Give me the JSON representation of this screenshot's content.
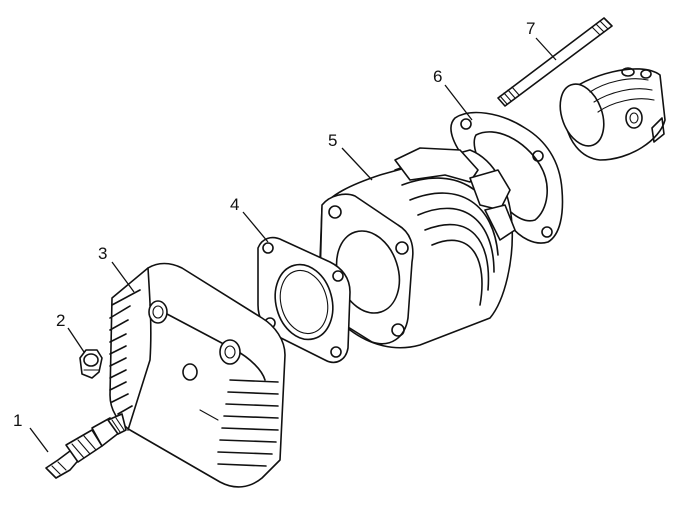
{
  "diagram": {
    "parts": [
      {
        "id": "spark-plug",
        "number": "1"
      },
      {
        "id": "nut",
        "number": "2"
      },
      {
        "id": "cylinder-head",
        "number": "3"
      },
      {
        "id": "head-gasket",
        "number": "4"
      },
      {
        "id": "cylinder",
        "number": "5"
      },
      {
        "id": "base-gasket",
        "number": "6"
      },
      {
        "id": "stud-bolt",
        "number": "7"
      }
    ],
    "colors": {
      "line": "#111111",
      "background": "#ffffff"
    }
  }
}
